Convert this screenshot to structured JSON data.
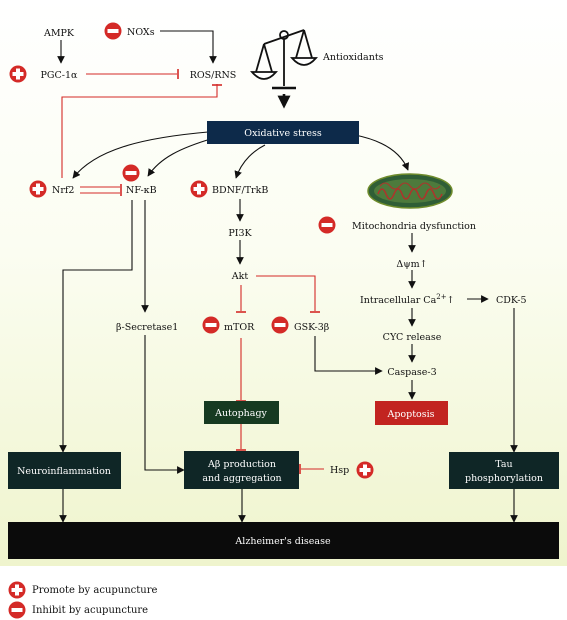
{
  "nodes": {
    "ampk": "AMPK",
    "noxs": "NOXs",
    "pgc1a": "PGC-1α",
    "ros": "ROS/RNS",
    "antioxidants": "Antioxidants",
    "oxidative_stress": "Oxidative stress",
    "nrf2": "Nrf2",
    "nfkb": "NF-κB",
    "bdnf": "BDNF/TrkB",
    "pi3k": "PI3K",
    "akt": "Akt",
    "mtor": "mTOR",
    "gsk3b": "GSK-3β",
    "beta_secretase": "β-Secretase1",
    "mito_dysfunction": "Mitochondria dysfunction",
    "delta_psi": "Δψm↑",
    "ca_prefix": "Intracellular Ca",
    "ca_sup": "2+",
    "ca_arrow": "↑",
    "cdk5": "CDK-5",
    "cyc": "CYC release",
    "caspase3": "Caspase-3",
    "apoptosis": "Apoptosis",
    "autophagy": "Autophagy",
    "neuroinflammation": "Neuroinflammation",
    "abeta_line1": "Aβ production",
    "abeta_line2": "and aggregation",
    "hsp": "Hsp",
    "tau_line1": "Tau",
    "tau_line2": "phosphorylation",
    "alzheimers": "Alzheimer's disease"
  },
  "legend": {
    "promote": "Promote by acupuncture",
    "inhibit": "Inhibit by acupuncture"
  },
  "colors": {
    "promote": "#d42a27",
    "inhibit": "#d42a27",
    "dark_box": "#0f2626",
    "oxidative_box": "#0d2a4a",
    "autophagy_box": "#163a21",
    "apoptosis_box": "#c22420",
    "inhibition_line": "#d42a27"
  }
}
